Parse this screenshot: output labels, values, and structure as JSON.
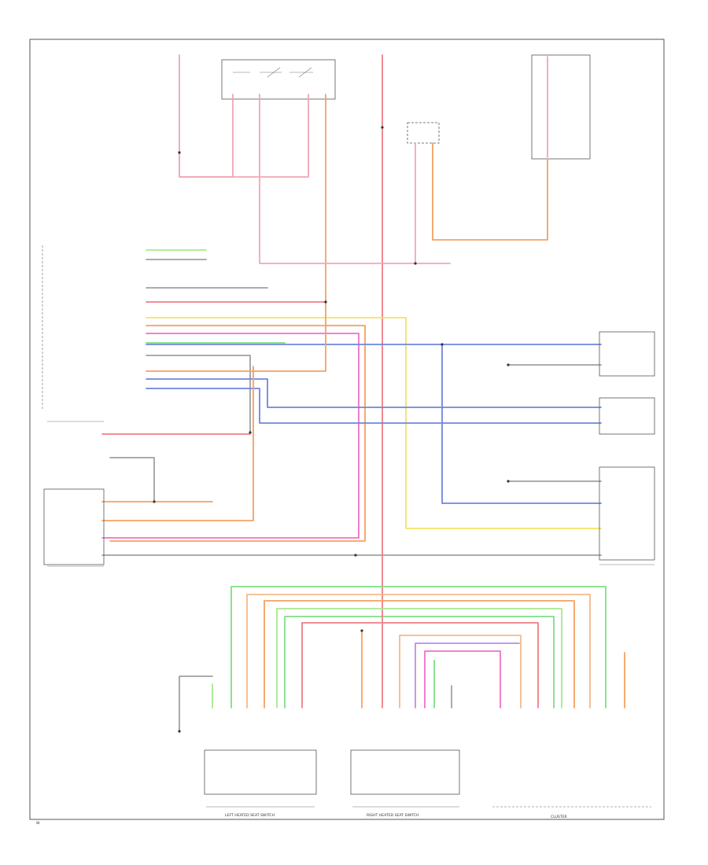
{
  "colors": {
    "red": "#f07d86",
    "pink": "#f2a6b6",
    "orange": "#f6a062",
    "peach": "#f5b98a",
    "yellow": "#f2e266",
    "green": "#7ddf84",
    "lightgreen": "#a6ea8c",
    "blue": "#6f86dc",
    "violet": "#b68ff0",
    "magenta": "#f070c8",
    "gray": "#a0a0a0",
    "tan": "#d9c39a",
    "frame": "#555555"
  },
  "labels": {
    "footer_code": "W",
    "left_switch": "LEFT HEATED SEAT SWITCH",
    "right_switch": "RIGHT HEATED SEAT SWITCH",
    "cluster": "CLUSTER"
  }
}
